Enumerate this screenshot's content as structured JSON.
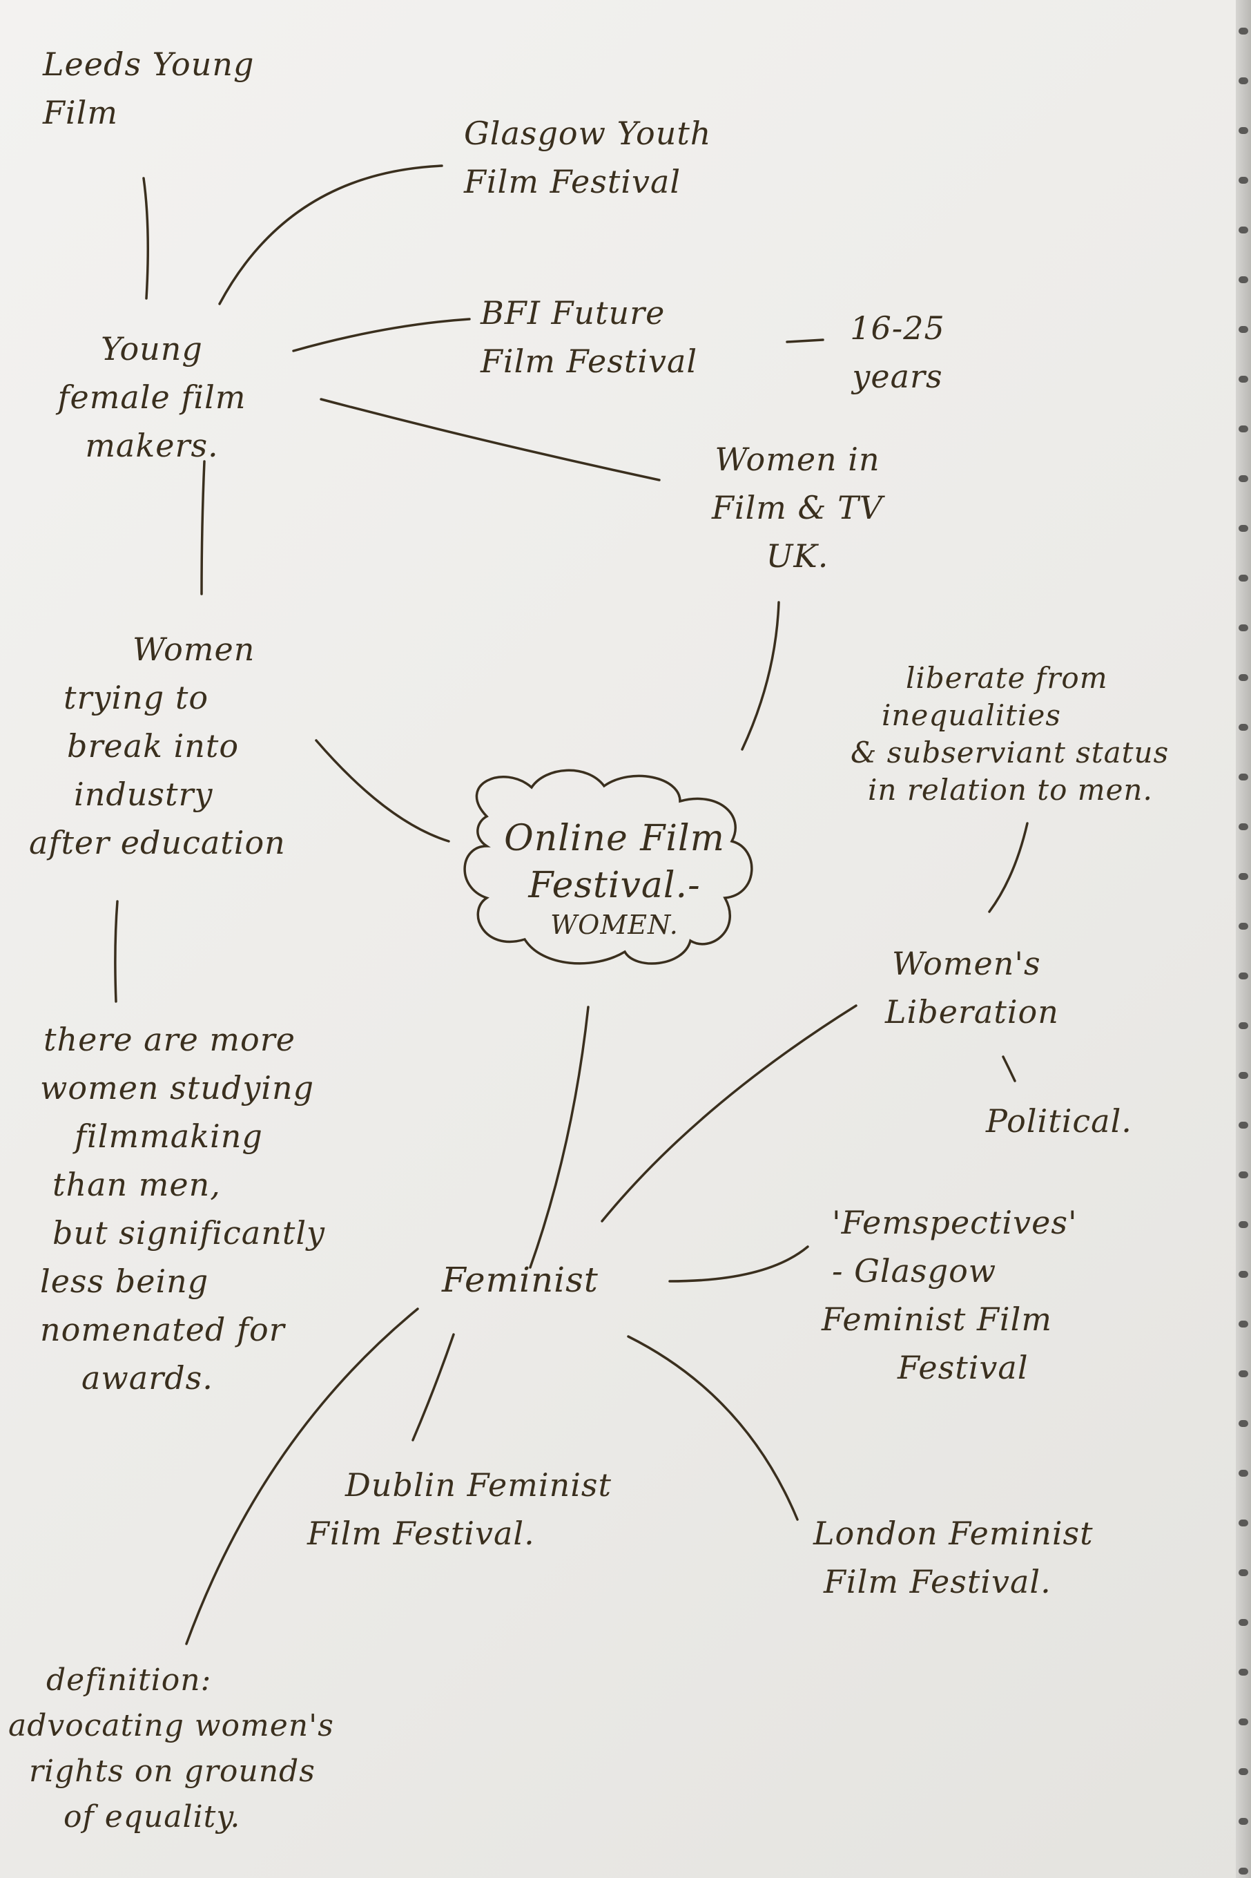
{
  "center": {
    "lines": [
      "Online Film",
      "Festival.-",
      "WOMEN."
    ]
  },
  "nodes": {
    "leeds": [
      "Leeds Young",
      "Film"
    ],
    "glasgow_youth": [
      "Glasgow Youth",
      "Film Festival"
    ],
    "bfi": [
      "BFI Future",
      "Film Festival"
    ],
    "age": [
      "16-25",
      "years"
    ],
    "young_female": [
      "Young",
      "female film",
      "makers."
    ],
    "wftv": [
      "Women in",
      "Film & TV",
      "UK."
    ],
    "women_trying": [
      "Women",
      "trying to",
      "break into",
      "industry",
      "after education"
    ],
    "liberate": [
      "liberate from",
      "inequalities",
      "& subserviant status",
      "in relation to men."
    ],
    "womens_lib": [
      "Women's",
      "Liberation"
    ],
    "political": [
      "Political."
    ],
    "more_women": [
      "there are more",
      "women studying",
      "filmmaking",
      "than men,",
      "but significantly",
      "less being",
      "nomenated for",
      "awards."
    ],
    "feminist": [
      "Feminist"
    ],
    "femspectives": [
      "'Femspectives'",
      "- Glasgow",
      "Feminist Film",
      "Festival"
    ],
    "dublin": [
      "Dublin Feminist",
      "Film Festival."
    ],
    "london": [
      "London Feminist",
      "Film Festival."
    ],
    "definition": [
      "definition:",
      "advocating women's",
      "rights on grounds",
      "of equality."
    ]
  },
  "colors": {
    "ink": "#3a2f1e",
    "paper": "#efeeeb"
  }
}
